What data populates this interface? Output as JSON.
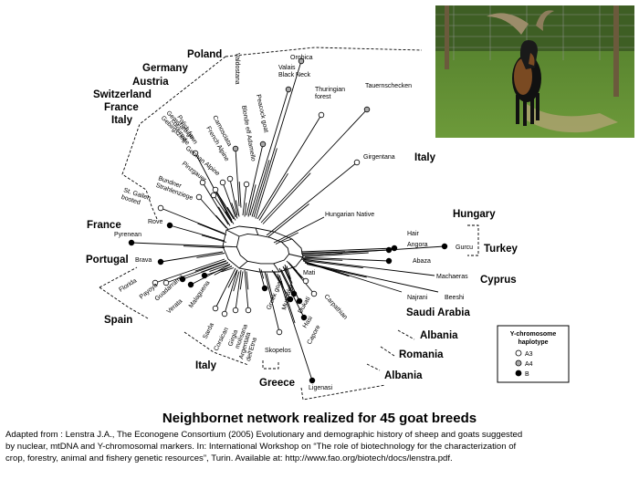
{
  "title": "Neighbornet network realized for 45 goat breeds",
  "caption": [
    "Adapted from  : Lenstra J.A., The Econogene Consortium (2005) Evolutionary and demographic history of sheep and goats suggested",
    "by nuclear, mtDNA and Y-chromosomal markers. In: International Workshop on “The role of biotechnology for the characterization of",
    "crop, forestry, animal and fishery genetic resources”, Turin. Available at: http://www.fao.org/biotech/docs/lenstra.pdf."
  ],
  "legend": {
    "title_line1": "Y-chromosome",
    "title_line2": "haplotype",
    "items": [
      {
        "label": "A3",
        "color": "#ffffff"
      },
      {
        "label": "A4",
        "color": "#aaaaaa"
      },
      {
        "label": "B",
        "color": "#000000"
      }
    ]
  },
  "groups": [
    {
      "id": "poland",
      "text": "Poland"
    },
    {
      "id": "germany",
      "text": "Germany"
    },
    {
      "id": "austria",
      "text": "Austria"
    },
    {
      "id": "switzerland",
      "text": "Switzerland"
    },
    {
      "id": "france1",
      "text": "France"
    },
    {
      "id": "italy1",
      "text": "Italy"
    },
    {
      "id": "italy2",
      "text": "Italy"
    },
    {
      "id": "hungary",
      "text": "Hungary"
    },
    {
      "id": "turkey",
      "text": "Turkey"
    },
    {
      "id": "cyprus",
      "text": "Cyprus"
    },
    {
      "id": "saudi",
      "text": "Saudi Arabia"
    },
    {
      "id": "albania1",
      "text": "Albania"
    },
    {
      "id": "romania",
      "text": "Romania"
    },
    {
      "id": "albania2",
      "text": "Albania"
    },
    {
      "id": "greece",
      "text": "Greece"
    },
    {
      "id": "italy3",
      "text": "Italy"
    },
    {
      "id": "spain",
      "text": "Spain"
    },
    {
      "id": "portugal",
      "text": "Portugal"
    },
    {
      "id": "france2",
      "text": "France"
    }
  ],
  "breeds": [
    {
      "name": "Valdostana",
      "hap": "A4"
    },
    {
      "name": "Orobica",
      "hap": "A4"
    },
    {
      "name": "Valais Black Neck",
      "hap": "A4"
    },
    {
      "name": "Thuringian forest",
      "hap": "A3"
    },
    {
      "name": "Tauernschecken",
      "hap": "A4"
    },
    {
      "name": "Peacock goat",
      "hap": "A4"
    },
    {
      "name": "Blonde elf Adamello",
      "hap": "A3"
    },
    {
      "name": "Camosciata",
      "hap": "A3"
    },
    {
      "name": "French Alpine",
      "hap": "A3"
    },
    {
      "name": "Polish fawn coloured",
      "hap": "A3"
    },
    {
      "name": "Gemsfarbige Gebirgsziege",
      "hap": "A3"
    },
    {
      "name": "German Alpine",
      "hap": "A3"
    },
    {
      "name": "Pinzgauer",
      "hap": "A3"
    },
    {
      "name": "Bundner Strahlenziege",
      "hap": "A3"
    },
    {
      "name": "St. Gallen booted",
      "hap": "A3"
    },
    {
      "name": "Girgentana",
      "hap": "A3"
    },
    {
      "name": "Hungarian Native",
      "hap": "none"
    },
    {
      "name": "Rove",
      "hap": "B"
    },
    {
      "name": "Pyrenean",
      "hap": "B"
    },
    {
      "name": "Brava",
      "hap": "B"
    },
    {
      "name": "Florida",
      "hap": "A3"
    },
    {
      "name": "Payoya",
      "hap": "A3"
    },
    {
      "name": "Guadarrama",
      "hap": "B"
    },
    {
      "name": "Verata",
      "hap": "B"
    },
    {
      "name": "Malaguena",
      "hap": "B"
    },
    {
      "name": "Sarda",
      "hap": "A3"
    },
    {
      "name": "Corsican",
      "hap": "A3"
    },
    {
      "name": "Girgia molisana",
      "hap": "A3"
    },
    {
      "name": "Argentata dell'Etna",
      "hap": "A3"
    },
    {
      "name": "Greek goat",
      "hap": "B"
    },
    {
      "name": "Skopelos",
      "hap": "A3"
    },
    {
      "name": "Muzhake",
      "hap": "B"
    },
    {
      "name": "Capore",
      "hap": "B"
    },
    {
      "name": "Hasi",
      "hap": "B"
    },
    {
      "name": "Dukati",
      "hap": "B"
    },
    {
      "name": "Carpathian",
      "hap": "A3"
    },
    {
      "name": "Mati",
      "hap": "A3"
    },
    {
      "name": "Ligenasi",
      "hap": "B"
    },
    {
      "name": "Hair",
      "hap": "B"
    },
    {
      "name": "Angora",
      "hap": "B"
    },
    {
      "name": "Gurcu",
      "hap": "B"
    },
    {
      "name": "Abaza",
      "hap": "B"
    },
    {
      "name": "Machaeras",
      "hap": "B"
    },
    {
      "name": "Najrani",
      "hap": "none"
    },
    {
      "name": "Beeshi",
      "hap": "none"
    }
  ]
}
